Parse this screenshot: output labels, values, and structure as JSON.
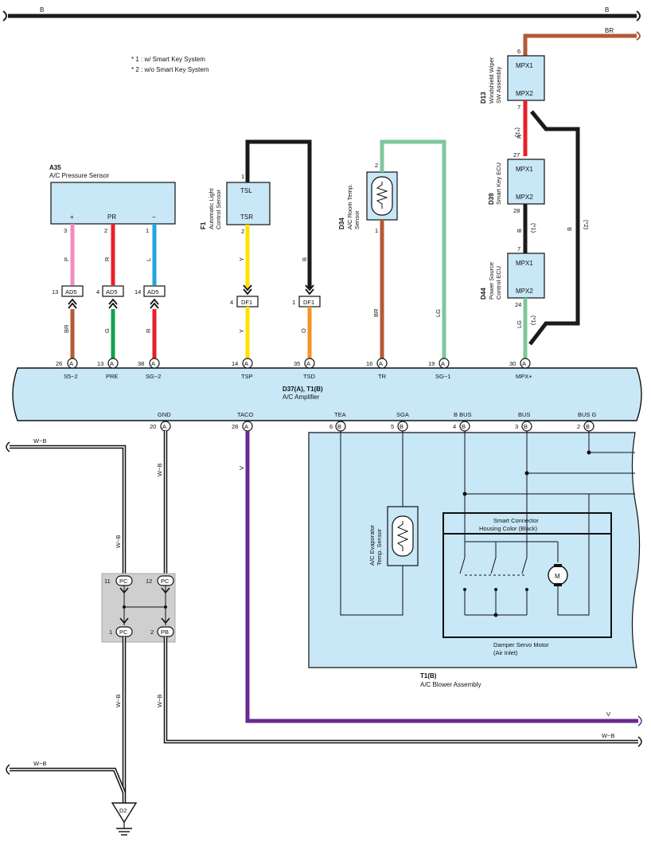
{
  "notes": {
    "note1": "* 1 : w/ Smart Key System",
    "note2": "* 2 : w/o Smart Key System"
  },
  "colors": {
    "black": "#1a1a1a",
    "brown": "#b25a36",
    "red": "#e8202a",
    "pink": "#f08cbf",
    "green": "#12a04e",
    "blue": "#1ea7e1",
    "yellow": "#ffe100",
    "orange": "#f39323",
    "light_green": "#7fc79b",
    "violet": "#6a2a8e",
    "component_fill": "#c8e7f7",
    "connector_fill": "#cfcfcf"
  },
  "bus_top": {
    "left_label": "B",
    "right_label": "B"
  },
  "br_top": {
    "label": "BR"
  },
  "a35": {
    "id": "A35",
    "name": "A/C Pressure Sensor",
    "pins": [
      {
        "name": "+",
        "num": "3",
        "color_label": "P",
        "conn": "AD5",
        "conn_num": "13",
        "lower_color": "BR",
        "amp_num": "26",
        "amp_conn": "A",
        "amp_name": "S5−2"
      },
      {
        "name": "PR",
        "num": "2",
        "color_label": "R",
        "conn": "AD5",
        "conn_num": "4",
        "lower_color": "G",
        "amp_num": "13",
        "amp_conn": "A",
        "amp_name": "PRE"
      },
      {
        "name": "−",
        "num": "1",
        "color_label": "L",
        "conn": "AD5",
        "conn_num": "14",
        "lower_color": "R",
        "amp_num": "38",
        "amp_conn": "A",
        "amp_name": "SG−2"
      }
    ]
  },
  "f1": {
    "id": "F1",
    "name_line1": "Automatic Light",
    "name_line2": "Control Sensor",
    "pin_tsl": "TSL",
    "pin_tsr": "TSR",
    "tsl_num": "1",
    "tsr_num": "2",
    "y_label": "Y",
    "b_label": "B",
    "df1_left": {
      "num": "4",
      "conn": "DF1"
    },
    "df1_right": {
      "num": "1",
      "conn": "DF1"
    },
    "y_label_lower": "Y",
    "o_label": "O",
    "amp_tsp": {
      "num": "14",
      "conn": "A",
      "name": "TSP"
    },
    "amp_tsd": {
      "num": "35",
      "conn": "A",
      "name": "TSD"
    }
  },
  "d34": {
    "id": "D34",
    "name_line1": "A/C Room Temp.",
    "name_line2": "Sensor",
    "pin_top": "2",
    "pin_bottom": "1",
    "br_label": "BR",
    "lg_label": "LG",
    "amp_tr": {
      "num": "16",
      "conn": "A",
      "name": "TR"
    },
    "amp_sg1": {
      "num": "19",
      "conn": "A",
      "name": "SG−1"
    }
  },
  "d13": {
    "id": "D13",
    "name_line1": "Windshield Wiper",
    "name_line2": "SW Assembly",
    "mpx1": "MPX1",
    "mpx2": "MPX2",
    "pin_top": "6",
    "pin_bottom": "7"
  },
  "d39": {
    "id": "D39",
    "name": "Smart Key ECU",
    "mpx1": "MPX1",
    "mpx2": "MPX2",
    "pin_top": "27",
    "pin_bottom": "28"
  },
  "d44": {
    "id": "D44",
    "name_line1": "Power Source",
    "name_line2": "Control ECU",
    "mpx1": "MPX1",
    "mpx2": "MPX2",
    "pin_top": "7",
    "pin_bottom": "24"
  },
  "mpx_wires": {
    "r_label": "R",
    "r_note": "(*1)",
    "b_label": "B",
    "b_note1": "(*1)",
    "b_right_label": "B",
    "b_right_note": "(*2)",
    "lg_label": "LG",
    "lg_note": "(*1)",
    "amp_mpx": {
      "num": "30",
      "conn": "A",
      "name": "MPX+"
    }
  },
  "amplifier": {
    "id": "D37(A), T1(B)",
    "name": "A/C Amplifier",
    "bottom_pins": [
      {
        "name": "GND",
        "num": "20",
        "conn": "A"
      },
      {
        "name": "TACO",
        "num": "28",
        "conn": "A"
      },
      {
        "name": "TEA",
        "num": "6",
        "conn": "B"
      },
      {
        "name": "SGA",
        "num": "5",
        "conn": "B"
      },
      {
        "name": "B BUS",
        "num": "4",
        "conn": "B"
      },
      {
        "name": "BUS",
        "num": "3",
        "conn": "B"
      },
      {
        "name": "BUS G",
        "num": "2",
        "conn": "B"
      }
    ]
  },
  "ground": {
    "wb_label": "W−B",
    "v_label": "V",
    "junction": {
      "tl_num": "11",
      "tl_conn": "PC",
      "tr_num": "12",
      "tr_conn": "PC",
      "bl_num": "1",
      "bl_conn": "PC",
      "br_num": "2",
      "br_conn": "PB"
    },
    "ground_point": "D2"
  },
  "blower": {
    "id": "T1(B)",
    "name": "A/C Blower Assembly",
    "evap_line1": "A/C Evaporator",
    "evap_line2": "Temp. Sensor",
    "smart_conn_line1": "Smart Connector",
    "smart_conn_line2": "Housing Color (Black)",
    "motor_label": "M",
    "servo_line1": "Damper Servo Motor",
    "servo_line2": "(Air Inlet)"
  }
}
